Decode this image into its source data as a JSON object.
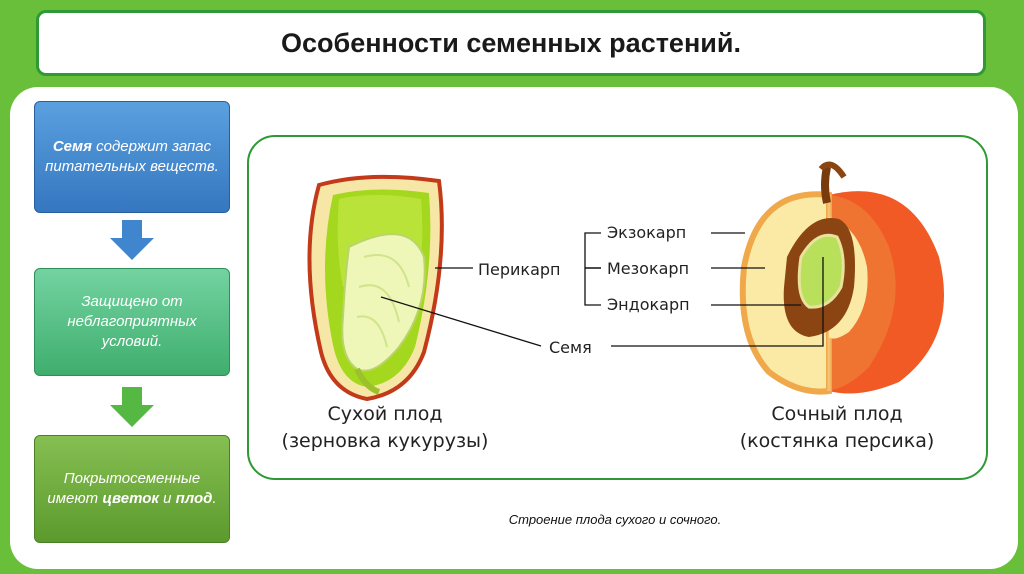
{
  "title": "Особенности семенных растений.",
  "steps": [
    {
      "bold": "Семя",
      "text": " содержит запас питательных веществ."
    },
    {
      "text": "Защищено от неблагоприятных условий."
    },
    {
      "prefix": "Покрытосеменные имеют ",
      "bold1": "цветок",
      "mid": " и ",
      "bold2": "плод",
      "suffix": "."
    }
  ],
  "diagram": {
    "pericarp": "Перикарп",
    "exocarp": "Экзокарп",
    "mesocarp": "Мезокарп",
    "endocarp": "Эндокарп",
    "seed": "Семя",
    "dry_fruit": "Сухой плод",
    "dry_fruit_example": "(зерновка кукурузы)",
    "juicy_fruit": "Сочный плод",
    "juicy_fruit_example": "(костянка персика)"
  },
  "caption": "Строение плода сухого и сочного.",
  "colors": {
    "background": "#6abf3a",
    "border": "#2f9a35",
    "blue": "#3577c0",
    "teal": "#3fae6d",
    "green": "#5c9a2d"
  }
}
